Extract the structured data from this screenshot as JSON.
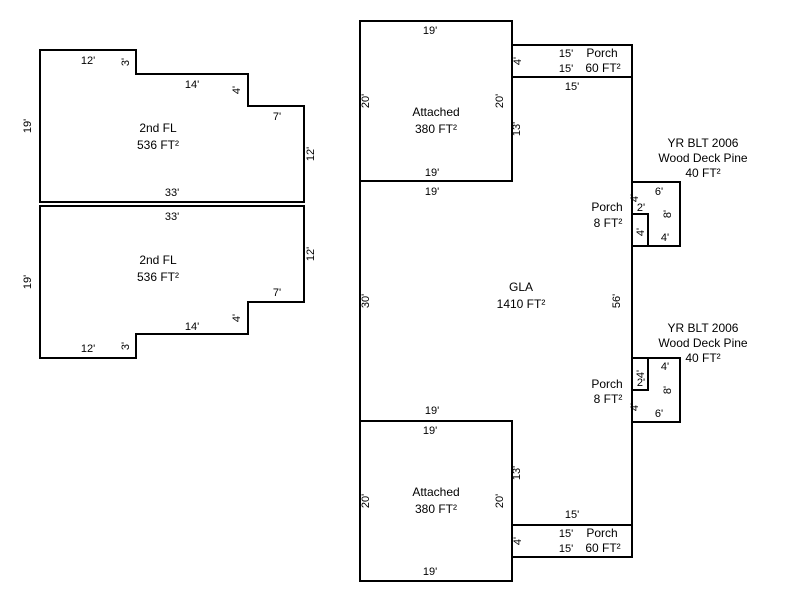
{
  "colors": {
    "background": "#ffffff",
    "line": "#000000",
    "text": "#000000"
  },
  "second_fl_upper": {
    "name": "2nd FL",
    "area": "536 FT²",
    "dim_top": "12'",
    "dim_step1": "3'",
    "dim_mid": "14'",
    "dim_step2": "4'",
    "dim_right_upper": "7'",
    "dim_right": "12'",
    "dim_left": "19'",
    "dim_bottom": "33'"
  },
  "second_fl_lower": {
    "name": "2nd FL",
    "area": "536 FT²",
    "dim_top": "33'",
    "dim_right": "12'",
    "dim_right_lower": "7'",
    "dim_step2": "4'",
    "dim_mid": "14'",
    "dim_step1": "3'",
    "dim_bottom": "12'",
    "dim_left": "19'"
  },
  "attached_upper": {
    "name": "Attached",
    "area": "380 FT²",
    "dim_top": "19'",
    "dim_left": "20'",
    "dim_right": "20'",
    "dim_bottom": "19'"
  },
  "attached_lower": {
    "name": "Attached",
    "area": "380 FT²",
    "dim_top": "19'",
    "dim_left": "20'",
    "dim_right": "20'",
    "dim_bottom": "19'"
  },
  "gla": {
    "name": "GLA",
    "area": "1410 FT²",
    "dim_top": "15'",
    "dim_bottom": "15'",
    "dim_left": "30'",
    "dim_right": "56'",
    "dim_upper_left": "13'",
    "dim_lower_left": "13'",
    "dim_upper_shared": "19'",
    "dim_lower_shared": "19'"
  },
  "porch_upper": {
    "name": "Porch",
    "area": "60 FT²",
    "dim_width_a": "15'",
    "dim_width_b": "15'",
    "dim_height": "4'"
  },
  "porch_lower": {
    "name": "Porch",
    "area": "60 FT²",
    "dim_width_a": "15'",
    "dim_width_b": "15'",
    "dim_height": "4'"
  },
  "deck_upper": {
    "year_line": "YR BLT 2006",
    "material_line": "Wood Deck Pine",
    "area": "40 FT²",
    "porch_name": "Porch",
    "porch_area": "8 FT²",
    "dim_top": "6'",
    "dim_right": "8'",
    "dim_bottom": "4'",
    "dim_left": "4'",
    "dim_porch_w": "2'",
    "dim_porch_h": "4'"
  },
  "deck_lower": {
    "year_line": "YR BLT 2006",
    "material_line": "Wood Deck Pine",
    "area": "40 FT²",
    "porch_name": "Porch",
    "porch_area": "8 FT²",
    "dim_top": "4'",
    "dim_right": "8'",
    "dim_bottom": "6'",
    "dim_left": "4'",
    "dim_porch_w": "2'",
    "dim_porch_h": "4'"
  }
}
